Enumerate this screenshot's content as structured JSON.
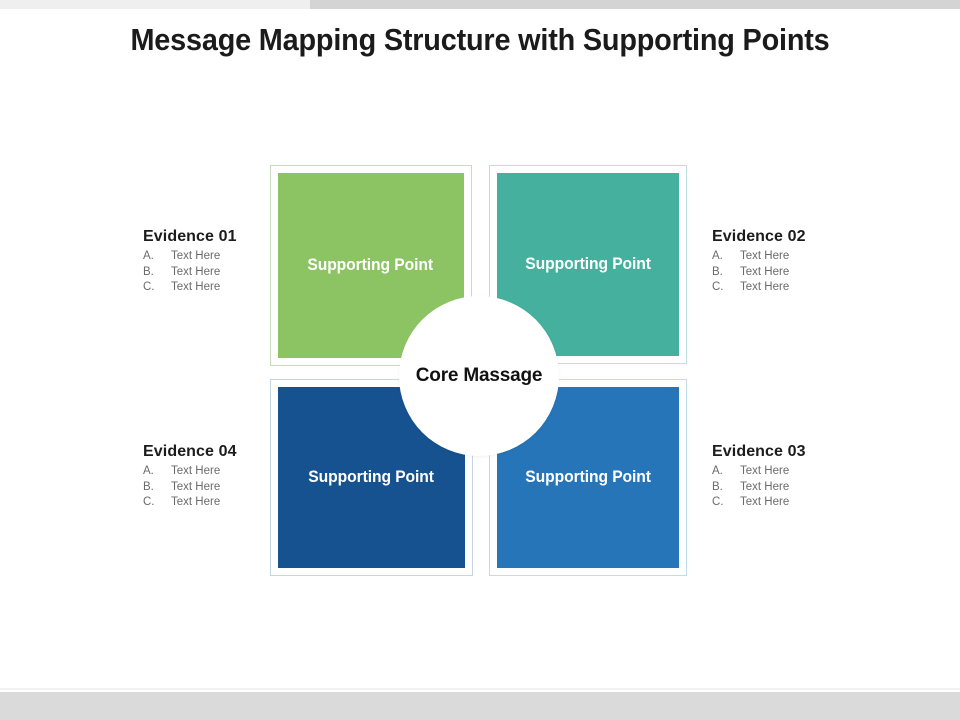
{
  "slide": {
    "title": "Message Mapping Structure with Supporting Points"
  },
  "core": {
    "label": "Core Massage"
  },
  "quadrants": [
    {
      "id": "top-left",
      "label": "Supporting Point",
      "color": "#8cc463"
    },
    {
      "id": "top-right",
      "label": "Supporting Point",
      "color": "#44b09d"
    },
    {
      "id": "bottom-left",
      "label": "Supporting Point",
      "color": "#16528f"
    },
    {
      "id": "bottom-right",
      "label": "Supporting Point",
      "color": "#2575b8"
    }
  ],
  "evidence": [
    {
      "id": "evidence-01",
      "title": "Evidence 01",
      "items": [
        {
          "marker": "A.",
          "text": "Text Here"
        },
        {
          "marker": "B.",
          "text": "Text Here"
        },
        {
          "marker": "C.",
          "text": "Text Here"
        }
      ]
    },
    {
      "id": "evidence-02",
      "title": "Evidence 02",
      "items": [
        {
          "marker": "A.",
          "text": "Text Here"
        },
        {
          "marker": "B.",
          "text": "Text Here"
        },
        {
          "marker": "C.",
          "text": "Text Here"
        }
      ]
    },
    {
      "id": "evidence-03",
      "title": "Evidence 03",
      "items": [
        {
          "marker": "A.",
          "text": "Text Here"
        },
        {
          "marker": "B.",
          "text": "Text Here"
        },
        {
          "marker": "C.",
          "text": "Text Here"
        }
      ]
    },
    {
      "id": "evidence-04",
      "title": "Evidence 04",
      "items": [
        {
          "marker": "A.",
          "text": "Text Here"
        },
        {
          "marker": "B.",
          "text": "Text Here"
        },
        {
          "marker": "C.",
          "text": "Text Here"
        }
      ]
    }
  ],
  "colors": {
    "title_text": "#1b1b1b",
    "evidence_title": "#1c1c1c",
    "evidence_body": "#6b6b6b",
    "quad_label": "#ffffff",
    "circle_bg": "#ffffff",
    "top_bar_left": "#efefef",
    "top_bar_right": "#d4d4d4",
    "bottom_bar": "#dadada"
  }
}
